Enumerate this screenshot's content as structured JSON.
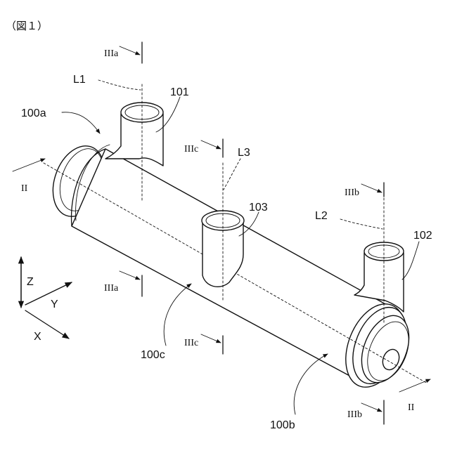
{
  "figure_caption": "（図１）",
  "parts": {
    "end_a": "100a",
    "end_b": "100b",
    "middle_c": "100c",
    "pipe_1": "101",
    "pipe_2": "102",
    "pipe_3": "103"
  },
  "axes_labels": {
    "line_1": "L1",
    "line_2": "L2",
    "line_3": "L3"
  },
  "section_marks": {
    "section_ii_left": "II",
    "section_ii_right": "II",
    "section_a_top": "IIIa",
    "section_a_bottom": "IIIa",
    "section_b_top": "IIIb",
    "section_b_bottom": "IIIb",
    "section_c_top": "IIIc",
    "section_c_bottom": "IIIc"
  },
  "coordinate_axes": {
    "x": "X",
    "y": "Y",
    "z": "Z"
  }
}
